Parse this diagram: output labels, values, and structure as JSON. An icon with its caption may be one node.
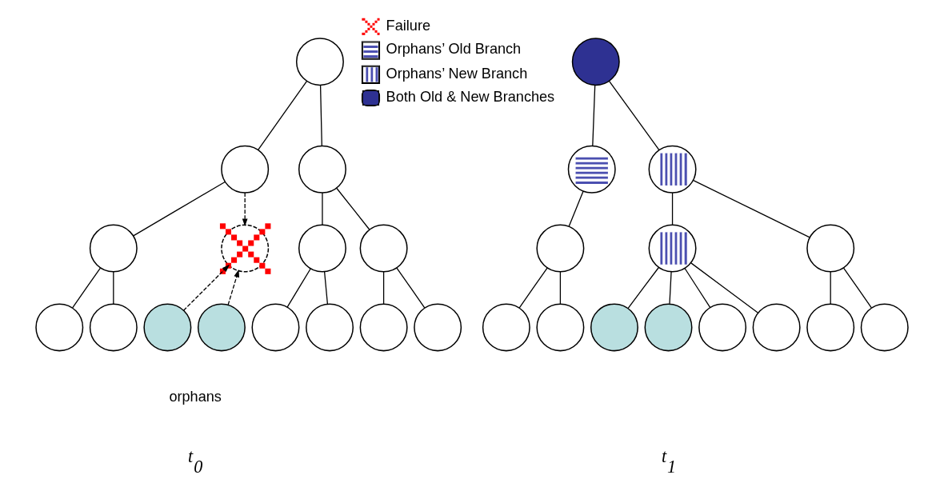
{
  "diagram": {
    "nodes": [
      {
        "text": [],
        "shape": "circle"
      },
      {
        "text": [],
        "shape": "circle"
      },
      {
        "text": [],
        "shape": "circle"
      },
      {
        "text": [],
        "shape": "circle"
      },
      {
        "text": [],
        "shape": "circle"
      },
      {
        "text": [],
        "shape": "circle"
      },
      {
        "text": [],
        "shape": "circle"
      },
      {
        "text": [],
        "shape": "circle"
      },
      {
        "text": [],
        "shape": "circle"
      },
      {
        "text": [],
        "shape": "circle"
      },
      {
        "text": [],
        "shape": "circle"
      },
      {
        "text": [],
        "shape": "circle"
      },
      {
        "text": [],
        "shape": "circle"
      },
      {
        "text": [],
        "shape": "circle"
      },
      {
        "text": [],
        "shape": "circle"
      },
      {
        "text": [],
        "shape": "circle"
      },
      {
        "text": [],
        "shape": "circle"
      },
      {
        "text": [],
        "shape": "circle"
      },
      {
        "text": [],
        "shape": "circle"
      },
      {
        "text": [],
        "shape": "circle"
      },
      {
        "text": [],
        "shape": "circle"
      },
      {
        "text": [],
        "shape": "circle"
      },
      {
        "text": [],
        "shape": "circle"
      },
      {
        "text": [],
        "shape": "circle"
      },
      {
        "text": [],
        "shape": "circle"
      },
      {
        "text": [],
        "shape": "circle"
      },
      {
        "text": [],
        "shape": "circle"
      },
      {
        "text": [],
        "shape": "circle"
      },
      {
        "text": [],
        "shape": "circle"
      }
    ],
    "edges": [
      {
        "from": 0,
        "to": 1,
        "arrow": "none"
      },
      {
        "from": 0,
        "to": 2,
        "arrow": "none"
      },
      {
        "from": 1,
        "to": 3,
        "arrow": "none"
      },
      {
        "from": 1,
        "to": 4,
        "arrow": "to",
        "style": "dashed"
      },
      {
        "from": 2,
        "to": 5,
        "arrow": "none"
      },
      {
        "from": 2,
        "to": 6,
        "arrow": "none"
      },
      {
        "from": 3,
        "to": 7,
        "arrow": "none"
      },
      {
        "from": 3,
        "to": 8,
        "arrow": "none"
      },
      {
        "from": 9,
        "to": 4,
        "arrow": "to",
        "style": "dashed"
      },
      {
        "from": 10,
        "to": 4,
        "arrow": "to",
        "style": "dashed"
      },
      {
        "from": 5,
        "to": 11,
        "arrow": "none"
      },
      {
        "from": 5,
        "to": 12,
        "arrow": "none"
      },
      {
        "from": 6,
        "to": 13,
        "arrow": "none"
      },
      {
        "from": 6,
        "to": 14,
        "arrow": "none"
      },
      {
        "from": 15,
        "to": 16,
        "arrow": "none"
      },
      {
        "from": 15,
        "to": 17,
        "arrow": "none"
      },
      {
        "from": 16,
        "to": 18,
        "arrow": "none"
      },
      {
        "from": 17,
        "to": 19,
        "arrow": "none"
      },
      {
        "from": 17,
        "to": 20,
        "arrow": "none"
      },
      {
        "from": 18,
        "to": 21,
        "arrow": "none"
      },
      {
        "from": 18,
        "to": 22,
        "arrow": "none"
      },
      {
        "from": 19,
        "to": 23,
        "arrow": "none"
      },
      {
        "from": 19,
        "to": 24,
        "arrow": "none"
      },
      {
        "from": 19,
        "to": 25,
        "arrow": "none"
      },
      {
        "from": 19,
        "to": 26,
        "arrow": "none"
      },
      {
        "from": 20,
        "to": 27,
        "arrow": "none"
      },
      {
        "from": 20,
        "to": 28,
        "arrow": "none"
      }
    ],
    "labels": [
      "orphans",
      "t$_{0}$",
      "t$_{1}$"
    ],
    "legend": [
      {
        "text": "Failure"
      },
      {
        "text": "Orphans’ Old Branch"
      },
      {
        "text": "Orphans’ New Branch"
      },
      {
        "text": "Both Old & New Branches",
        "color": "#2e3192"
      }
    ]
  }
}
